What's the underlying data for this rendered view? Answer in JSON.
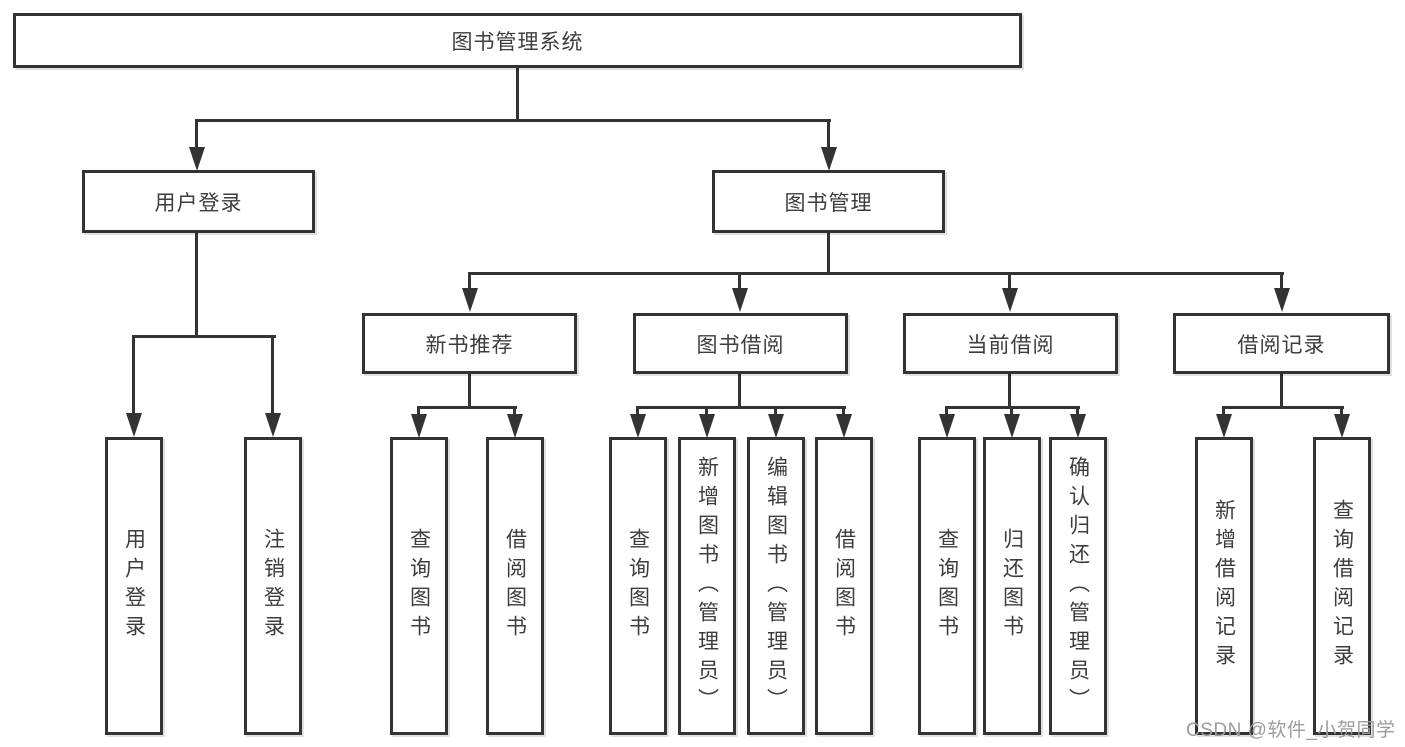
{
  "diagram": {
    "title": "图书管理系统",
    "level2": {
      "user_login": "用户登录",
      "book_mgmt": "图书管理"
    },
    "level3": {
      "new_book": "新书推荐",
      "book_borrow": "图书借阅",
      "current_borrow": "当前借阅",
      "borrow_record": "借阅记录"
    },
    "leaves": {
      "user_login": [
        "用户登录",
        "注销登录"
      ],
      "new_book": [
        "查询图书",
        "借阅图书"
      ],
      "book_borrow": [
        "查询图书",
        "新增图书（管理员）",
        "编辑图书（管理员）",
        "借阅图书"
      ],
      "current_borrow": [
        "查询图书",
        "归还图书",
        "确认归还（管理员）"
      ],
      "borrow_record": [
        "新增借阅记录",
        "查询借阅记录"
      ]
    },
    "watermark": "CSDN @软件_小贺同学",
    "colors": {
      "line": "#333333",
      "text": "#3d3d3d",
      "watermark": "#9b9da3",
      "background": "#ffffff"
    }
  }
}
